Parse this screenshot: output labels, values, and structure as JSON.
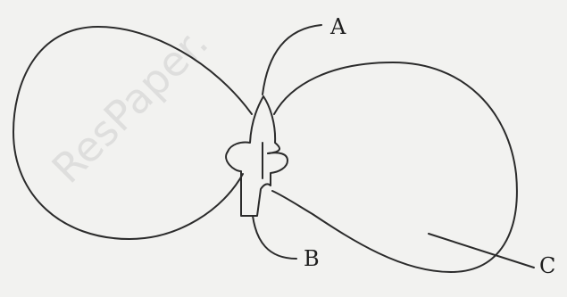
{
  "watermark": "ResPaper.",
  "labels": {
    "a": "A",
    "b": "B",
    "c": "C"
  },
  "colors": {
    "ink": "#2b2b2b",
    "background": "#f2f2f0"
  }
}
